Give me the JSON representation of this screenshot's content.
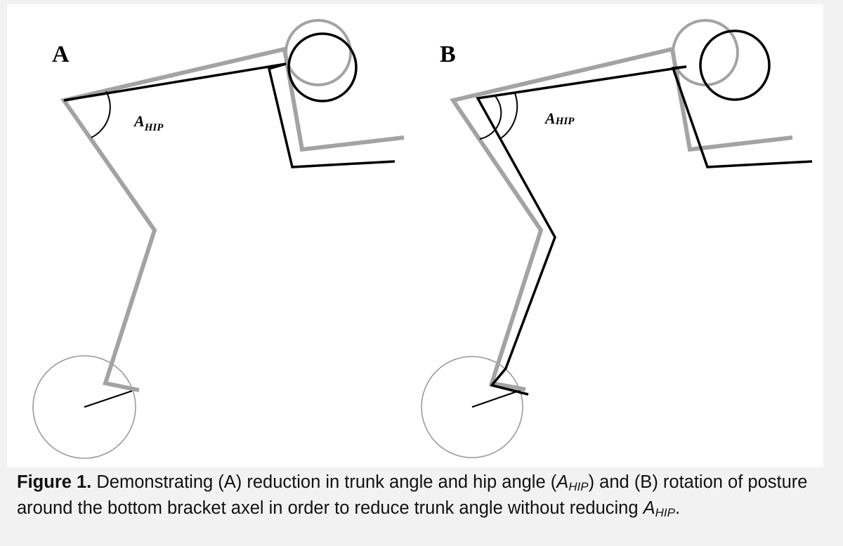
{
  "panels": [
    {
      "letter": "A",
      "angle_label_main": "A",
      "angle_label_sub": "HIP"
    },
    {
      "letter": "B",
      "angle_label_main": "A",
      "angle_label_sub": "HIP"
    }
  ],
  "colors": {
    "posture_original": "#a3a3a3",
    "posture_modified": "#000000",
    "crank_circle": "#9a9a9a",
    "background": "#f2f2f2",
    "figure_background": "#ffffff"
  },
  "caption": {
    "figure_label": "Figure 1.",
    "text_1": " Demonstrating (A) reduction in trunk angle and hip angle (",
    "ahip_main_1": "A",
    "ahip_sub_1": "HIP",
    "text_2": ") and (B) rotation of posture around the bottom bracket axel in order to reduce trunk angle without reducing ",
    "ahip_main_2": "A",
    "ahip_sub_2": "HIP",
    "text_3": "."
  }
}
